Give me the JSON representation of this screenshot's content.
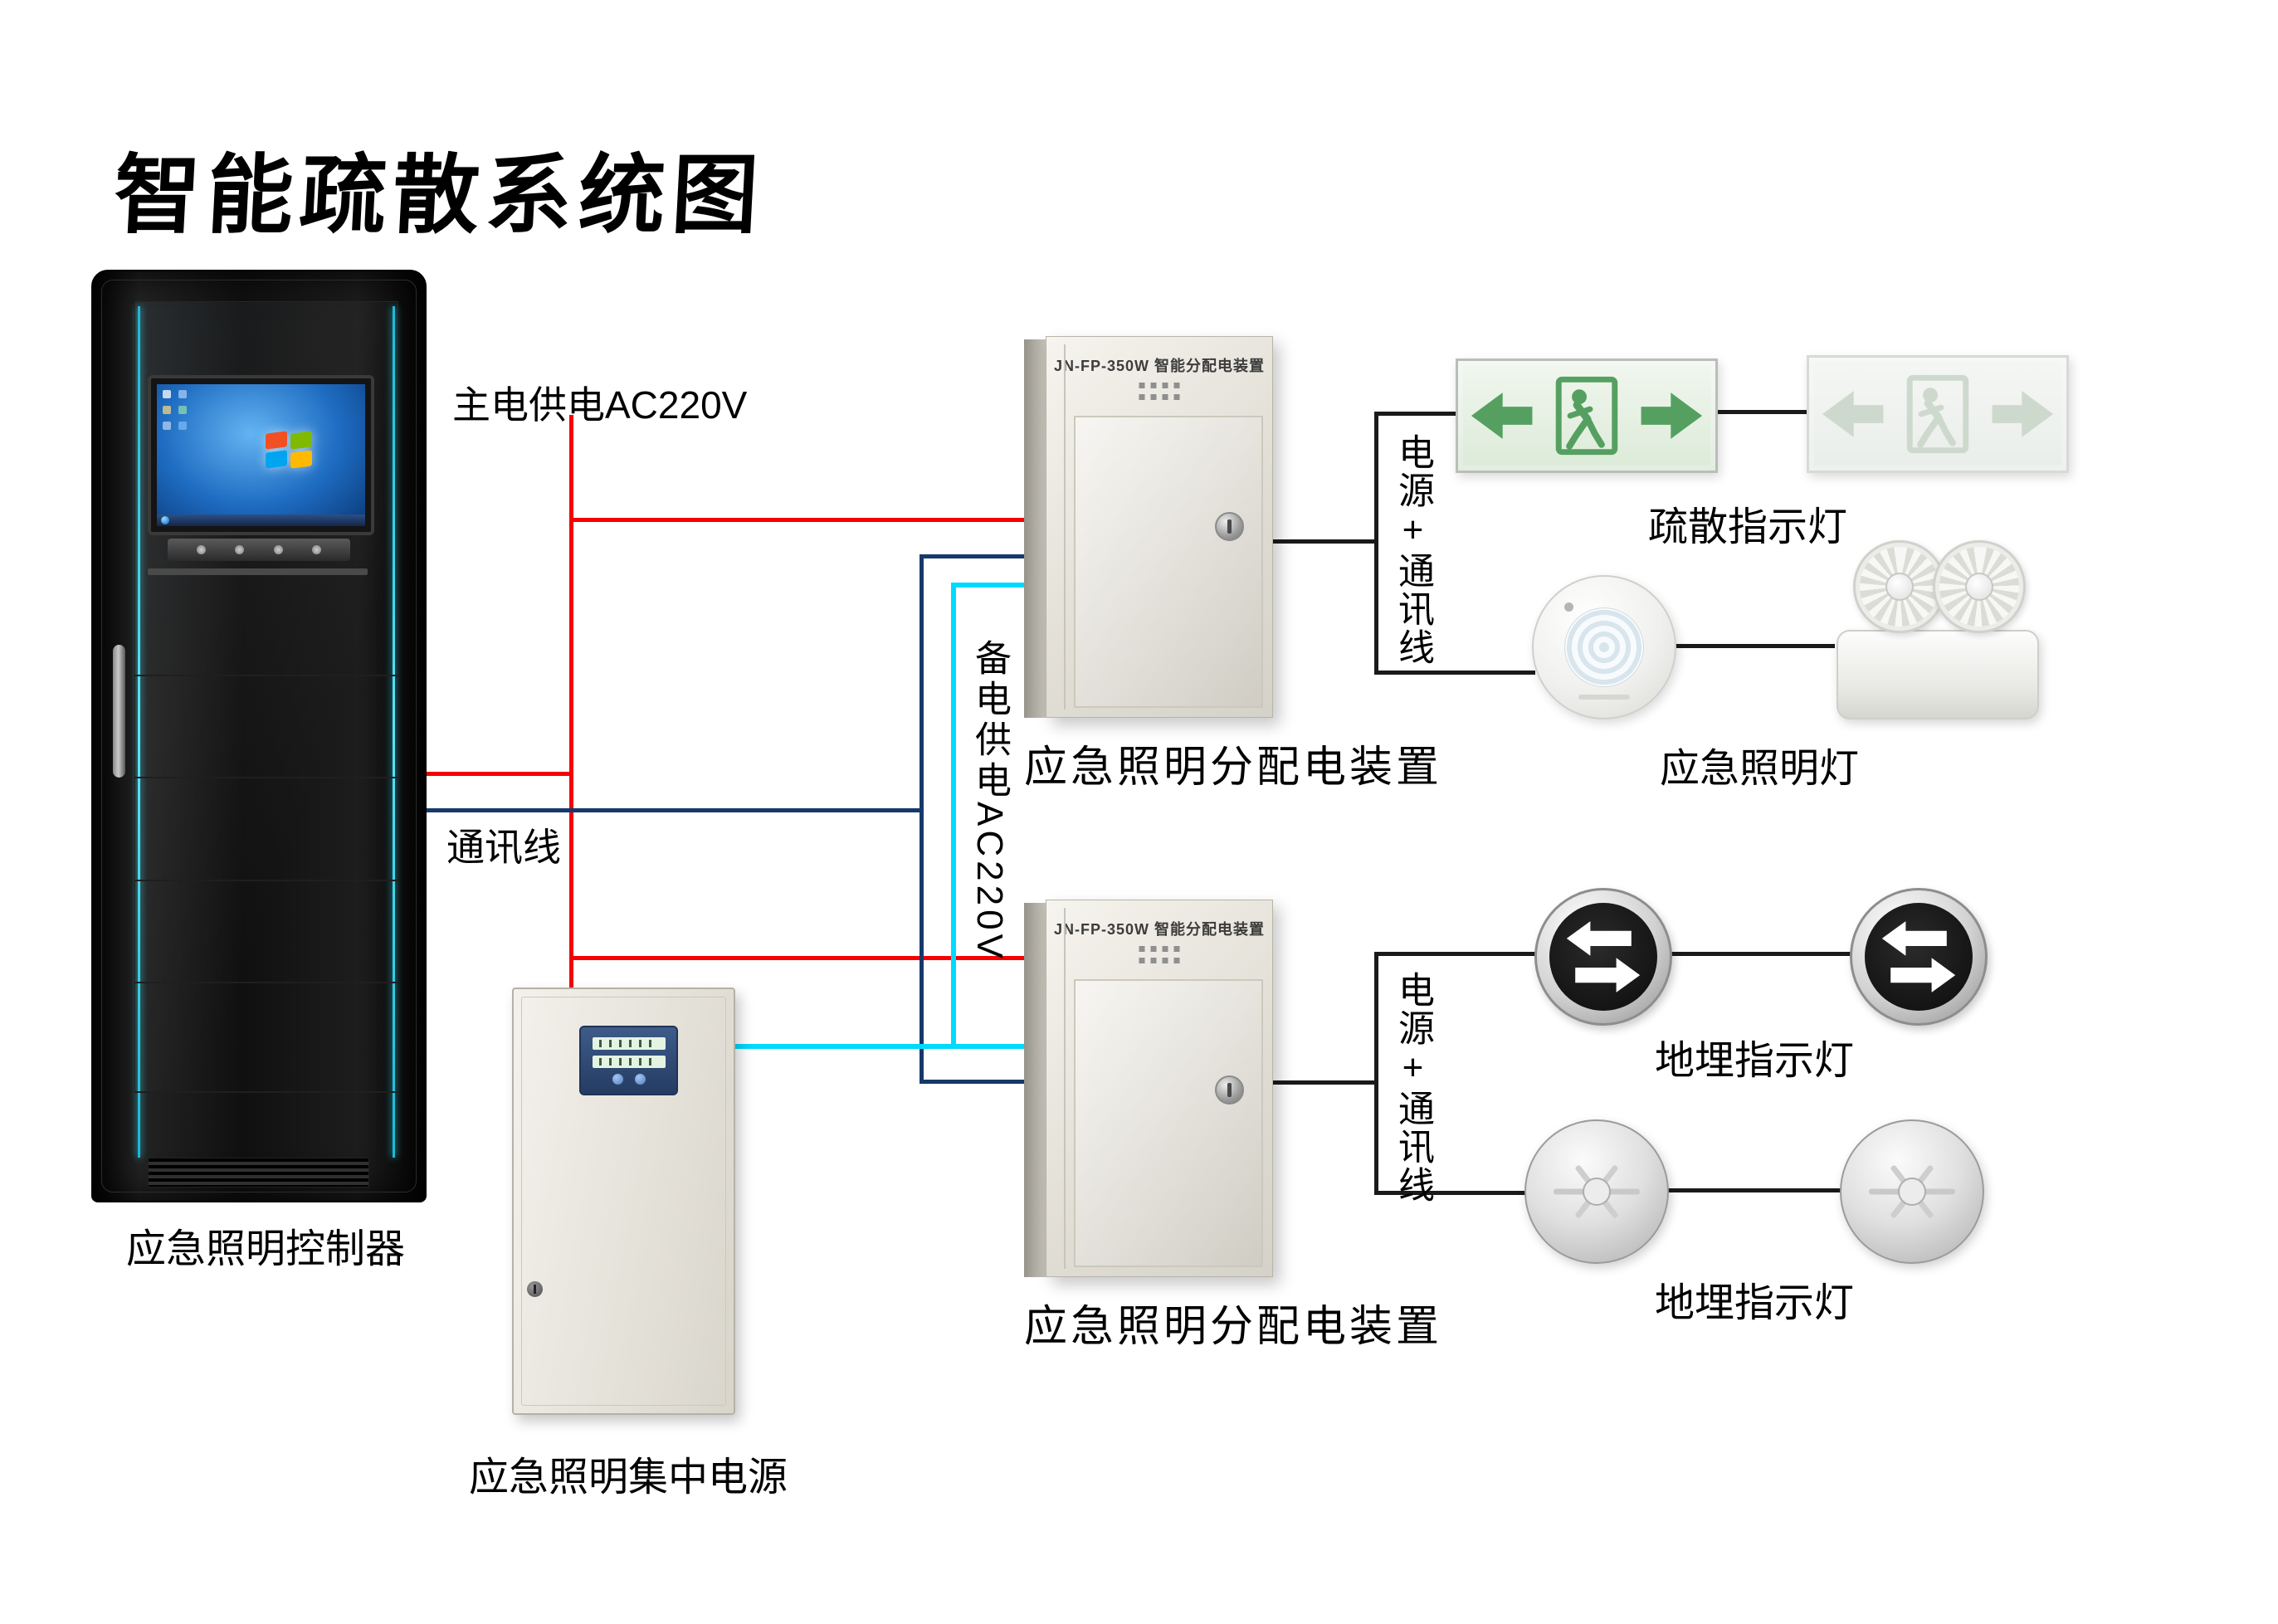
{
  "title": "智能疏散系统图",
  "controller": {
    "label": "应急照明控制器"
  },
  "central_power": {
    "label": "应急照明集中电源"
  },
  "lines": {
    "main_power_label": "主电供电AC220V",
    "comm_label": "通讯线",
    "backup_power_label": "备电供电AC220V",
    "colors": {
      "main_power": "#f40000",
      "communication": "#17386b",
      "backup_power": "#00d9ff",
      "device_bus": "#1a1a1a"
    }
  },
  "distribution": [
    {
      "model": "JN-FP-350W 智能分配电装置",
      "label": "应急照明分配电装置",
      "bus_label": "电源+通讯线",
      "devices": [
        {
          "label": "疏散指示灯"
        },
        {
          "label": "应急照明灯"
        }
      ]
    },
    {
      "model": "JN-FP-350W 智能分配电装置",
      "label": "应急照明分配电装置",
      "bus_label": "电源+通讯线",
      "devices": [
        {
          "label": "地埋指示灯"
        },
        {
          "label": "地埋指示灯"
        }
      ]
    }
  ]
}
